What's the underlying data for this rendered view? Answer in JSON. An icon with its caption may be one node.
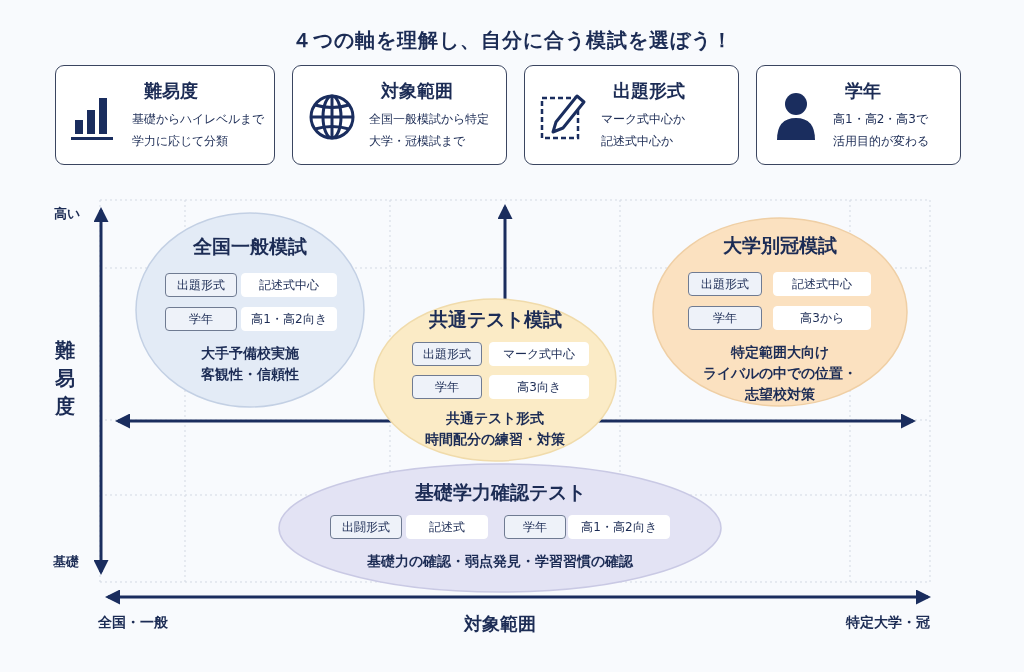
{
  "diagram": {
    "title": "４つの軸を理解し、自分に合う模試を選ぼう！",
    "nodes": [
      {
        "text": [
          "難易度",
          "基礎からハイレベルまで学力に応じて分類"
        ]
      },
      {
        "text": [
          "対象範囲",
          "全国一般模試から特定大学・冠模試まで"
        ]
      },
      {
        "text": [
          "出題形式",
          "マーク式中心か記述式中心か"
        ]
      },
      {
        "text": [
          "学年",
          "高1・高2・高3で活用目的が変わる"
        ]
      },
      {
        "text": [
          "全国一般模試",
          "大手予備校実施",
          "客観性・信頼性"
        ]
      },
      {
        "text": [
          "出題形式"
        ],
        "in": 4
      },
      {
        "text": [
          "記述式中心"
        ],
        "in": 4
      },
      {
        "text": [
          "学年"
        ],
        "in": 4
      },
      {
        "text": [
          "高1・高2向き"
        ],
        "in": 4
      },
      {
        "text": [
          "大学別冠模試",
          "特定範囲大向け",
          "ライバルの中での位置・志望校対策"
        ]
      },
      {
        "text": [
          "出題形式"
        ],
        "in": 9
      },
      {
        "text": [
          "記述式中心"
        ],
        "in": 9
      },
      {
        "text": [
          "学年"
        ],
        "in": 9
      },
      {
        "text": [
          "高3から"
        ],
        "in": 9
      },
      {
        "text": [
          "共通テスト模試",
          "共通テスト形式",
          "時間配分の練習・対策"
        ]
      },
      {
        "text": [
          "出題形式"
        ],
        "in": 14
      },
      {
        "text": [
          "マーク式中心"
        ],
        "in": 14
      },
      {
        "text": [
          "学年"
        ],
        "in": 14
      },
      {
        "text": [
          "高3向き"
        ],
        "in": 14
      },
      {
        "text": [
          "基礎学力確認テスト",
          "基礎力の確認・弱点発見・学習習慣の確認"
        ]
      },
      {
        "text": [
          "出闘形式"
        ],
        "in": 19
      },
      {
        "text": [
          "記述式"
        ],
        "in": 19
      },
      {
        "text": [
          "学年"
        ],
        "in": 19
      },
      {
        "text": [
          "高1・高2向き"
        ],
        "in": 19
      }
    ],
    "labels": [
      "高い",
      "難易度",
      "基礎",
      "全国・一般",
      "対象範囲",
      "特定大学・冠"
    ]
  }
}
